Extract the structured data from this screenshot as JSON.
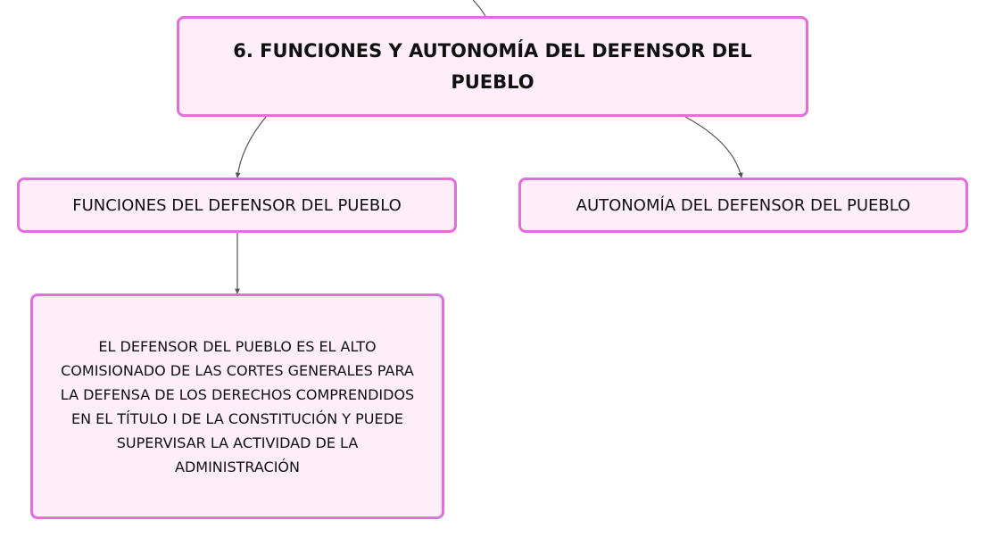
{
  "diagram": {
    "colors": {
      "node_border": "#e46fdc",
      "node_fill": "#fdeefa",
      "connector": "#555555"
    },
    "nodes": {
      "main": {
        "text": "6. FUNCIONES Y AUTONOMÍA DEL DEFENSOR DEL PUEBLO"
      },
      "funciones": {
        "text": "FUNCIONES DEL DEFENSOR DEL PUEBLO"
      },
      "autonomia": {
        "text": "AUTONOMÍA DEL DEFENSOR DEL PUEBLO"
      },
      "definicion": {
        "text": "EL DEFENSOR DEL PUEBLO ES EL ALTO COMISIONADO DE LAS CORTES GENERALES PARA LA DEFENSA DE LOS DERECHOS COMPRENDIDOS EN EL TÍTULO I DE LA CONSTITUCIÓN Y PUEDE SUPERVISAR LA ACTIVIDAD DE LA ADMINISTRACIÓN"
      }
    },
    "edges": [
      {
        "from": "parent",
        "to": "main"
      },
      {
        "from": "main",
        "to": "funciones"
      },
      {
        "from": "main",
        "to": "autonomia"
      },
      {
        "from": "funciones",
        "to": "definicion"
      }
    ]
  }
}
